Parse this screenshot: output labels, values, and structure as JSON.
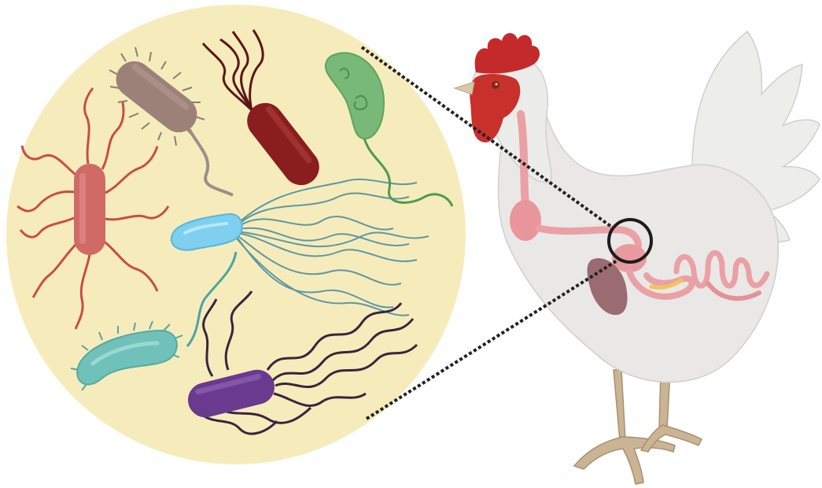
{
  "figure": {
    "subject": "chicken",
    "inset": "gut-microbiota-magnification",
    "colors": {
      "background": "#ffffff",
      "inset_fill": "#f6ecbb",
      "chicken_body": "#e9e8e6",
      "comb": "#c52a2a",
      "gut": "#eaa0a4",
      "liver": "#9a6b70",
      "zoom_line": "#222222"
    },
    "bacteria": [
      {
        "name": "red-peritrichous-bacterium",
        "color": "#cf6a66"
      },
      {
        "name": "brown-peritrichous-bacterium",
        "color": "#9c8179"
      },
      {
        "name": "dark-red-bacterium",
        "color": "#8a1d1d"
      },
      {
        "name": "green-vibrio-bacterium",
        "color": "#78b97a"
      },
      {
        "name": "blue-bacterium",
        "color": "#7fd0ef"
      },
      {
        "name": "teal-bacterium",
        "color": "#6fc1ba"
      },
      {
        "name": "purple-bacterium",
        "color": "#6a3a8e"
      }
    ]
  }
}
